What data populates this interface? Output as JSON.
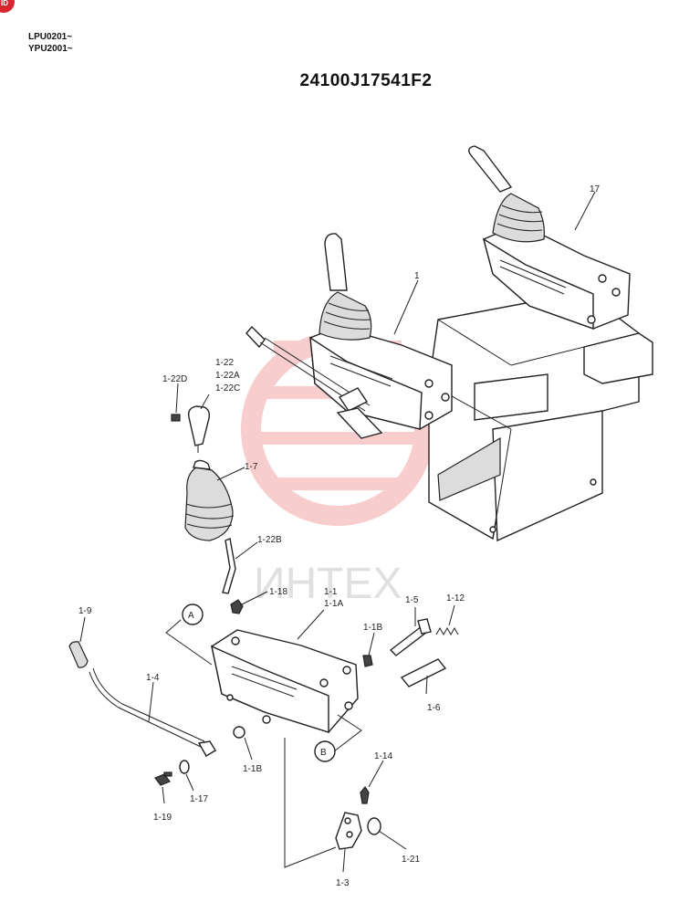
{
  "badge": "ID",
  "serials": [
    "LPU0201~",
    "YPU2001~"
  ],
  "title": "24100J17541F2",
  "watermark": {
    "text": "ИНТЕХ",
    "color": "#f3a6a6"
  },
  "callouts": {
    "p17": "17",
    "p1": "1",
    "p1_22": "1-22",
    "p1_22A": "1-22A",
    "p1_22C": "1-22C",
    "p1_22D": "1-22D",
    "p1_7": "1-7",
    "p1_22B": "1-22B",
    "p1_18": "1-18",
    "p1_1": "1-1",
    "p1_1A": "1-1A",
    "p1_5": "1-5",
    "p1_12": "1-12",
    "p1_9": "1-9",
    "p1_1B_top": "1-1B",
    "p1_4": "1-4",
    "p1_6": "1-6",
    "p1_1B_bottom": "1-1B",
    "p1_14": "1-14",
    "p1_17": "1-17",
    "p1_19": "1-19",
    "p1_21": "1-21",
    "p1_3": "1-3",
    "markA": "A",
    "markB": "B"
  }
}
